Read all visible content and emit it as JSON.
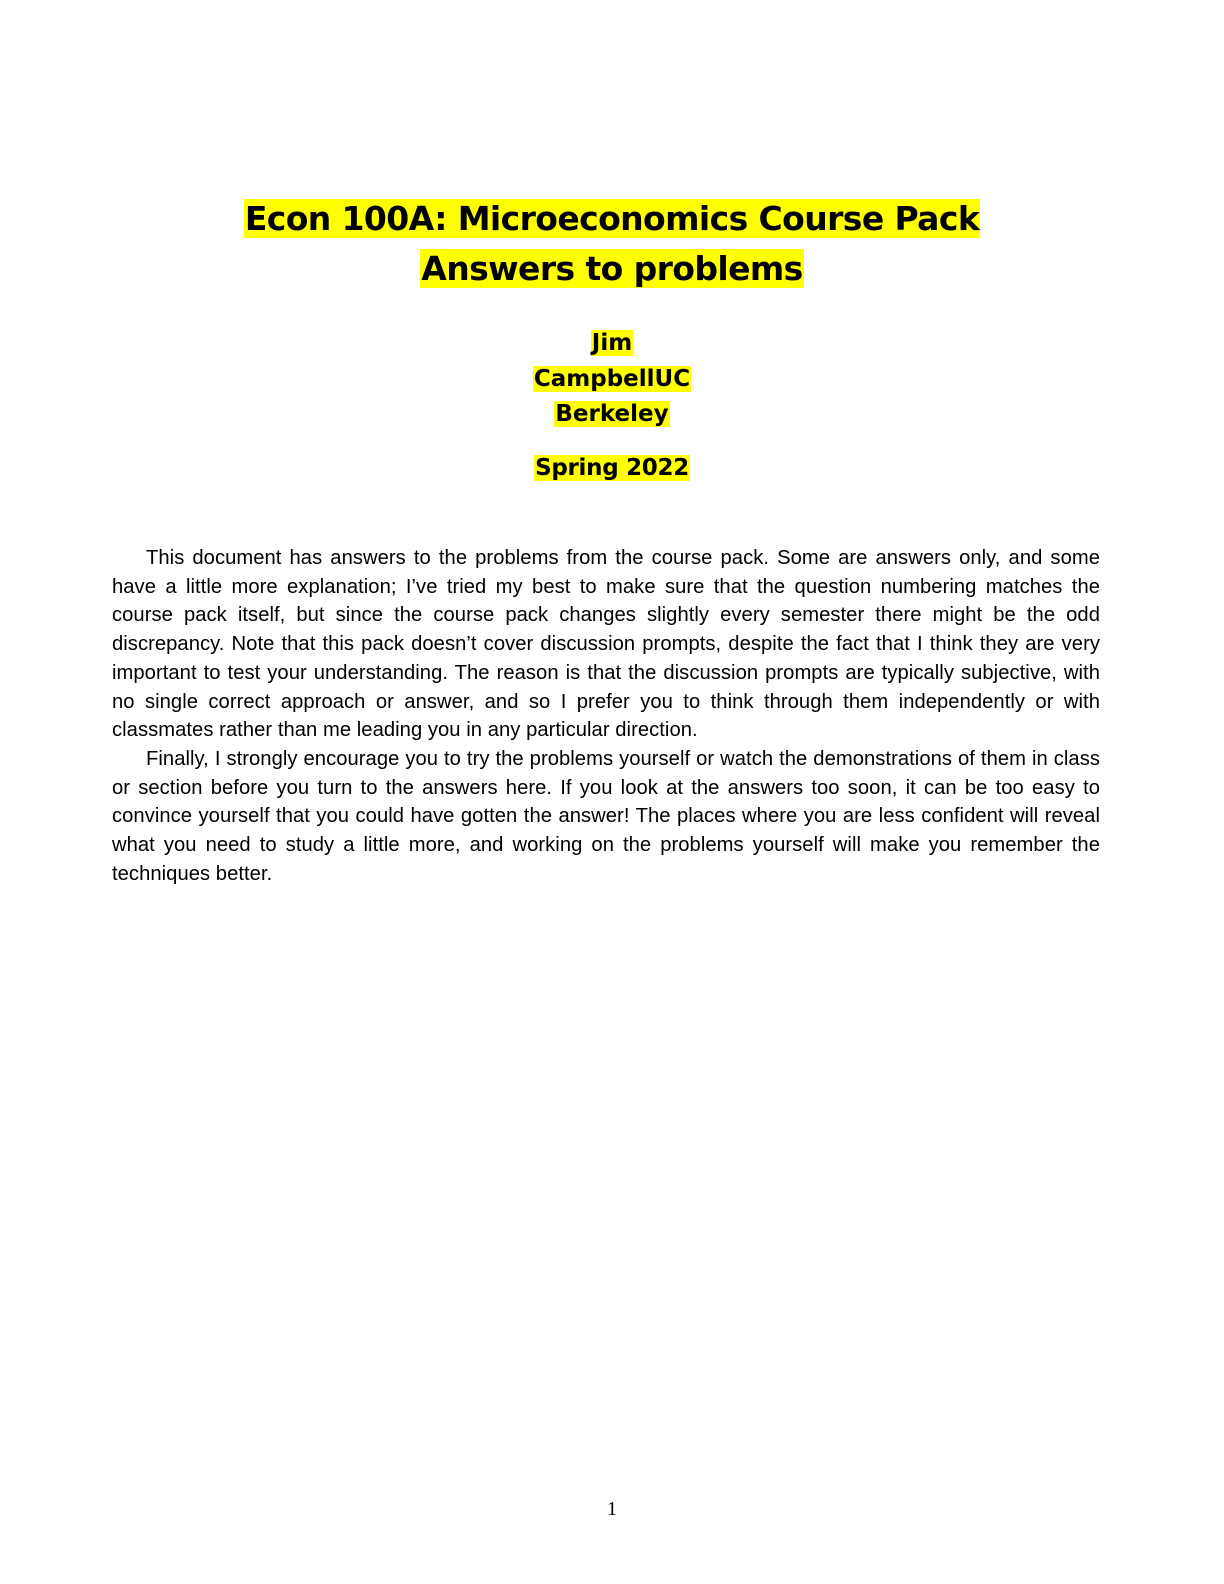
{
  "document": {
    "title_line_1": "Econ 100A: Microeconomics Course Pack",
    "title_line_2": "Answers to problems",
    "author_line_1": "Jim",
    "author_line_2": "CampbellUC",
    "author_line_3": "Berkeley",
    "term": "Spring 2022",
    "paragraphs": [
      "This document has answers to the problems from the course pack. Some are answers only, and some have a little more explanation; I’ve tried my best to make sure that the question numbering matches the course pack itself, but since the course pack changes slightly every semester there might be the odd discrepancy. Note that this pack doesn’t cover discussion prompts, despite the fact that I think they are very important to test your understanding. The reason is that the discussion prompts are typically subjective, with no single correct approach or answer, and so I prefer you to think through them independently or with classmates rather than me leading you in any particular direction.",
      "Finally, I strongly encourage you to try the problems yourself or watch the demonstrations of them in class or section before you turn to the answers here. If you look at the answers too soon, it can be too easy to convince yourself that you could have gotten the answer!  The places where you are less confident will reveal what you need to study a little more, and working on the problems yourself will make you remember the techniques better."
    ],
    "page_number": "1",
    "highlight_color": "#ffff00"
  }
}
